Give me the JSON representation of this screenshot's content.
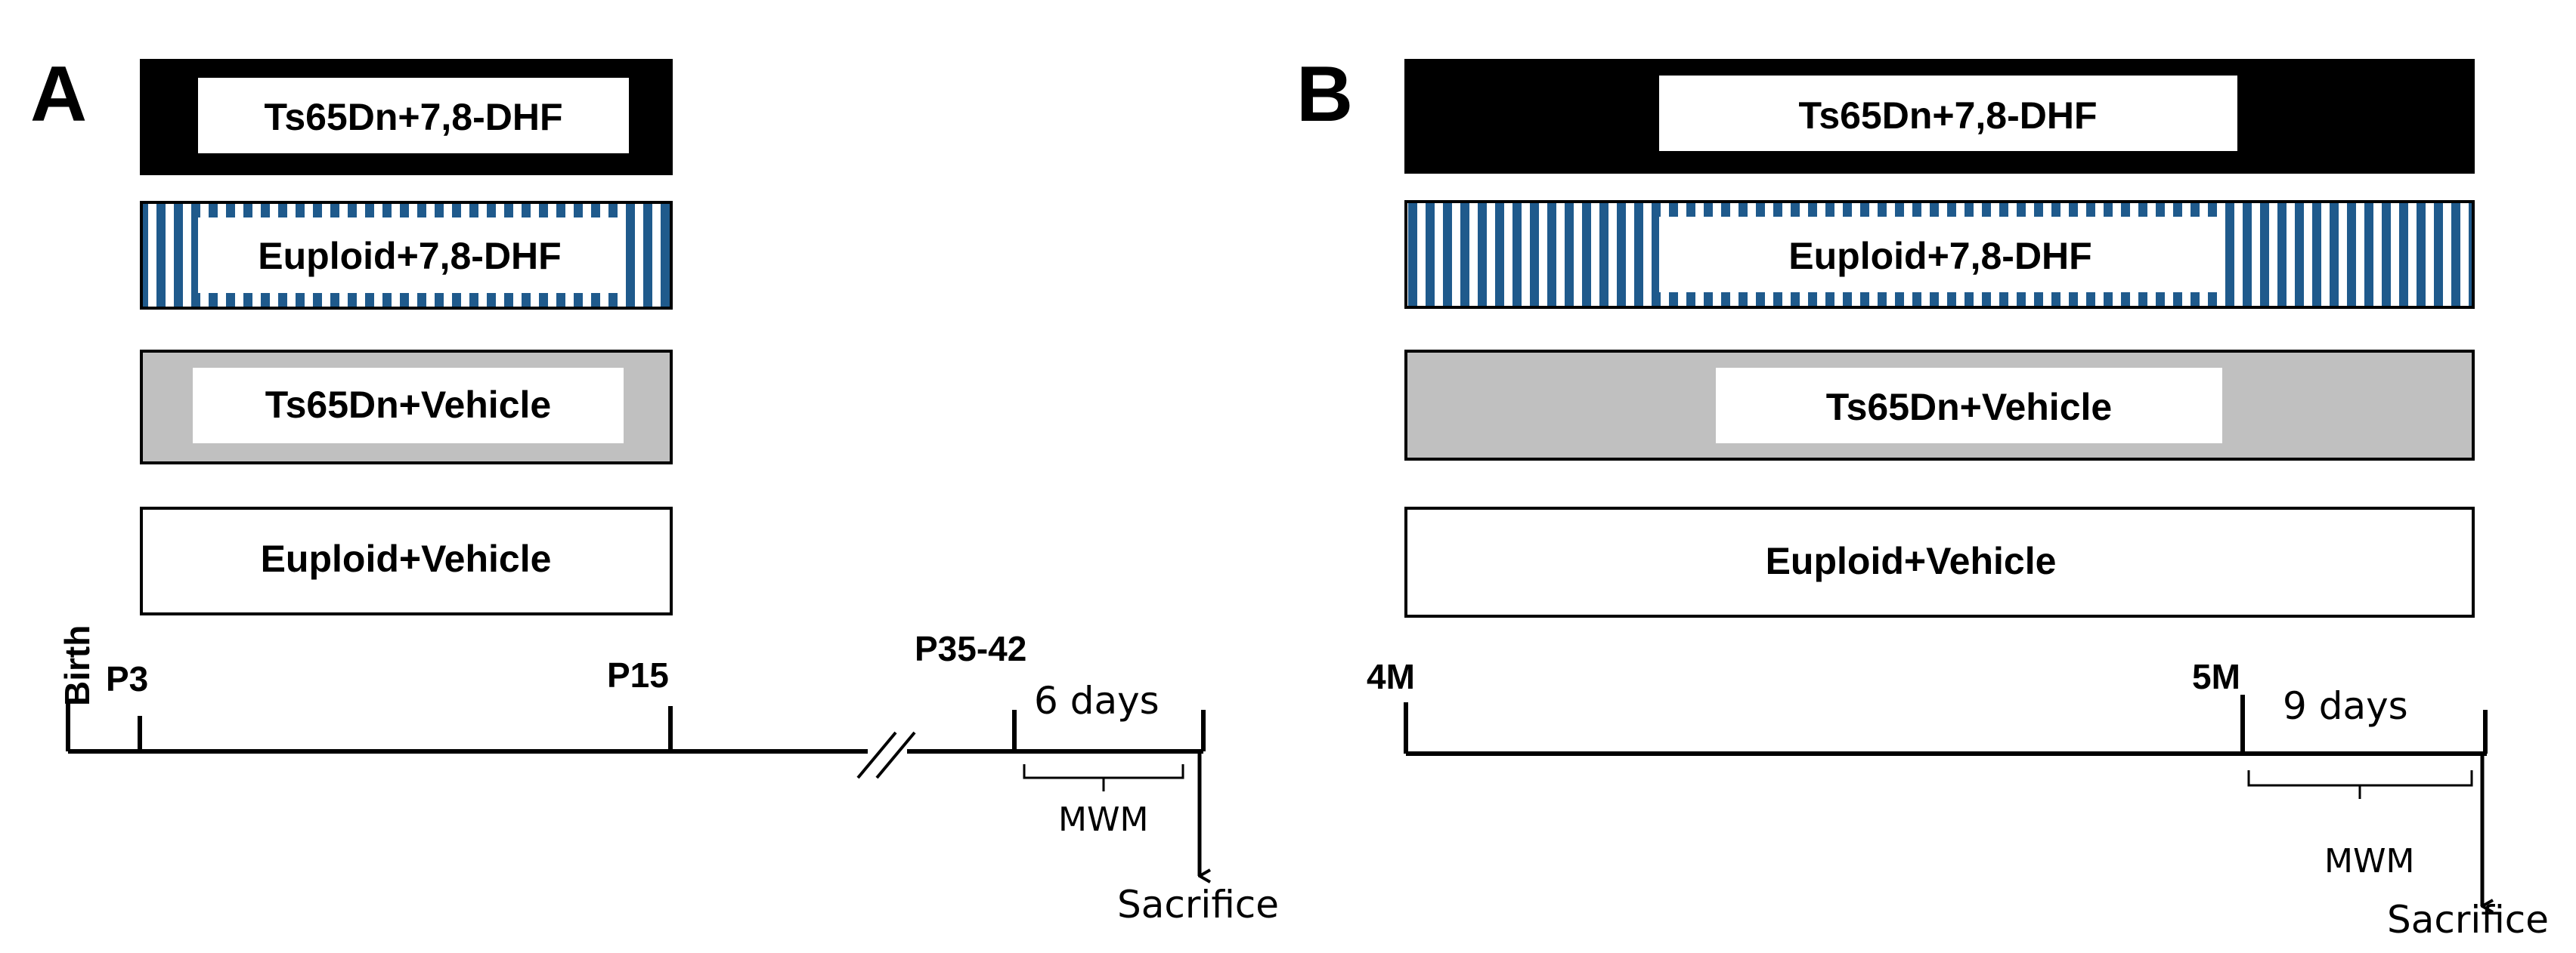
{
  "colors": {
    "black": "#000000",
    "stripe": "#1f5a8c",
    "gray": "#c0c0c0",
    "white": "#ffffff"
  },
  "panelA": {
    "letter": "A",
    "groups": [
      "Ts65Dn+7,8-DHF",
      "Euploid+7,8-DHF",
      "Ts65Dn+Vehicle",
      "Euploid+Vehicle"
    ],
    "timeline": {
      "birth": "Birth",
      "p3": "P3",
      "p15": "P15",
      "p35_42": "P35-42",
      "duration": "6 days",
      "test": "MWM",
      "end": "Sacrifice"
    }
  },
  "panelB": {
    "letter": "B",
    "groups": [
      "Ts65Dn+7,8-DHF",
      "Euploid+7,8-DHF",
      "Ts65Dn+Vehicle",
      "Euploid+Vehicle"
    ],
    "timeline": {
      "start": "4M",
      "mid": "5M",
      "duration": "9 days",
      "test": "MWM",
      "end": "Sacrifice"
    }
  }
}
